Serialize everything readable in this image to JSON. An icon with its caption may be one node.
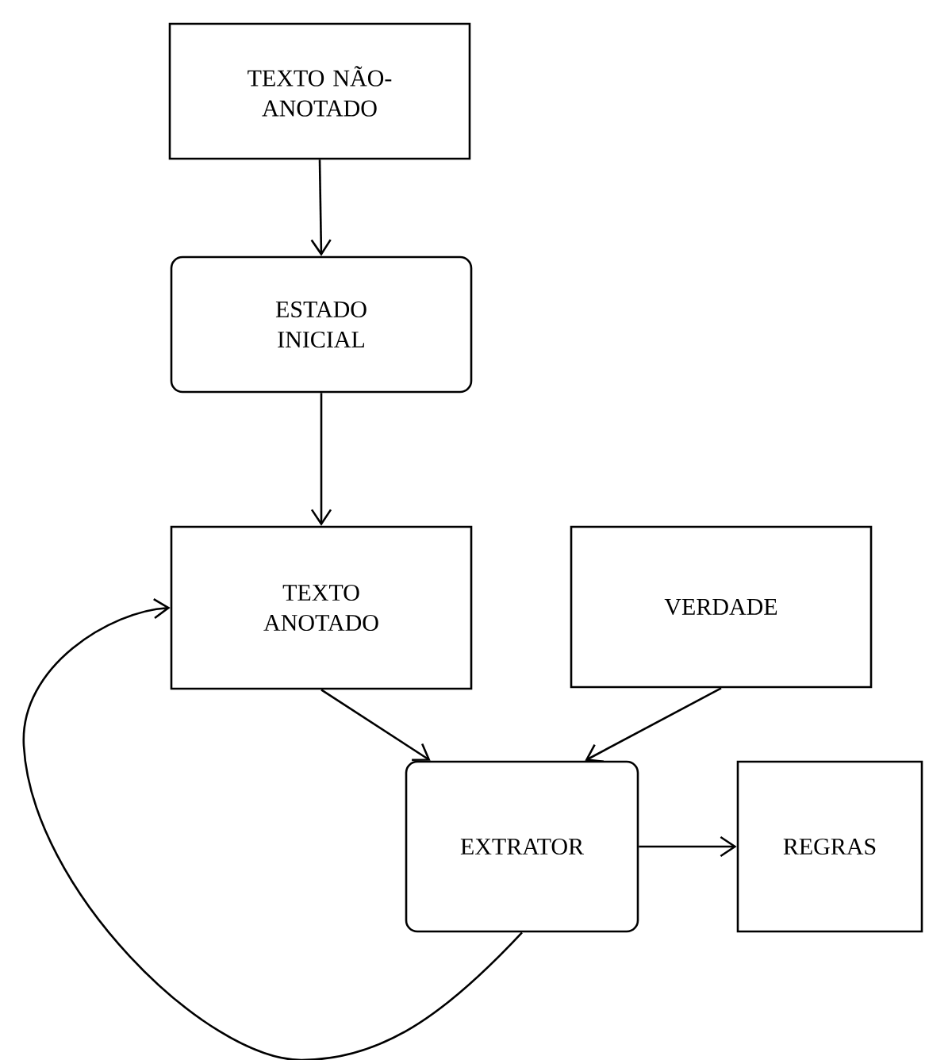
{
  "diagram": {
    "nodes": [
      {
        "text": [
          "TEXTO NÃO-ANOTADO"
        ]
      },
      {
        "text": [
          "ESTADO INICIAL"
        ]
      },
      {
        "text": [
          "TEXTO ANOTADO"
        ]
      },
      {
        "text": [
          "VERDADE"
        ]
      },
      {
        "text": [
          "EXTRATOR"
        ]
      },
      {
        "text": [
          "REGRAS"
        ]
      }
    ],
    "edges": [
      {
        "from": 0,
        "to": 1,
        "arrow": "to"
      },
      {
        "from": 1,
        "to": 2,
        "arrow": "to"
      },
      {
        "from": 2,
        "to": 4,
        "arrow": "to"
      },
      {
        "from": 3,
        "to": 4,
        "arrow": "to"
      },
      {
        "from": 4,
        "to": 5,
        "arrow": "to"
      },
      {
        "from": 4,
        "to": 2,
        "arrow": "to"
      }
    ]
  }
}
